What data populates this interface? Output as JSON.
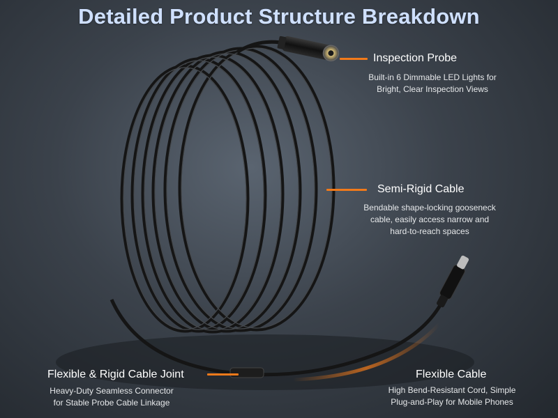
{
  "title": "Detailed Product Structure Breakdown",
  "colors": {
    "title": "#cfe0ff",
    "accent": "#f27a1a",
    "background": "#3b424b"
  },
  "callouts": [
    {
      "title": "Inspection Probe",
      "lines": [
        "Built-in 6 Dimmable LED Lights for",
        "Bright, Clear Inspection Views"
      ]
    },
    {
      "title": "Semi-Rigid Cable",
      "lines": [
        "Bendable shape-locking gooseneck",
        "cable, easily access narrow and",
        "hard-to-reach spaces"
      ]
    },
    {
      "title": "Flexible & Rigid Cable Joint",
      "lines": [
        "Heavy-Duty Seamless Connector",
        "for Stable Probe Cable Linkage"
      ]
    },
    {
      "title": "Flexible Cable",
      "lines": [
        "High Bend-Resistant Cord, Simple",
        "Plug-and-Play for Mobile Phones"
      ]
    }
  ]
}
